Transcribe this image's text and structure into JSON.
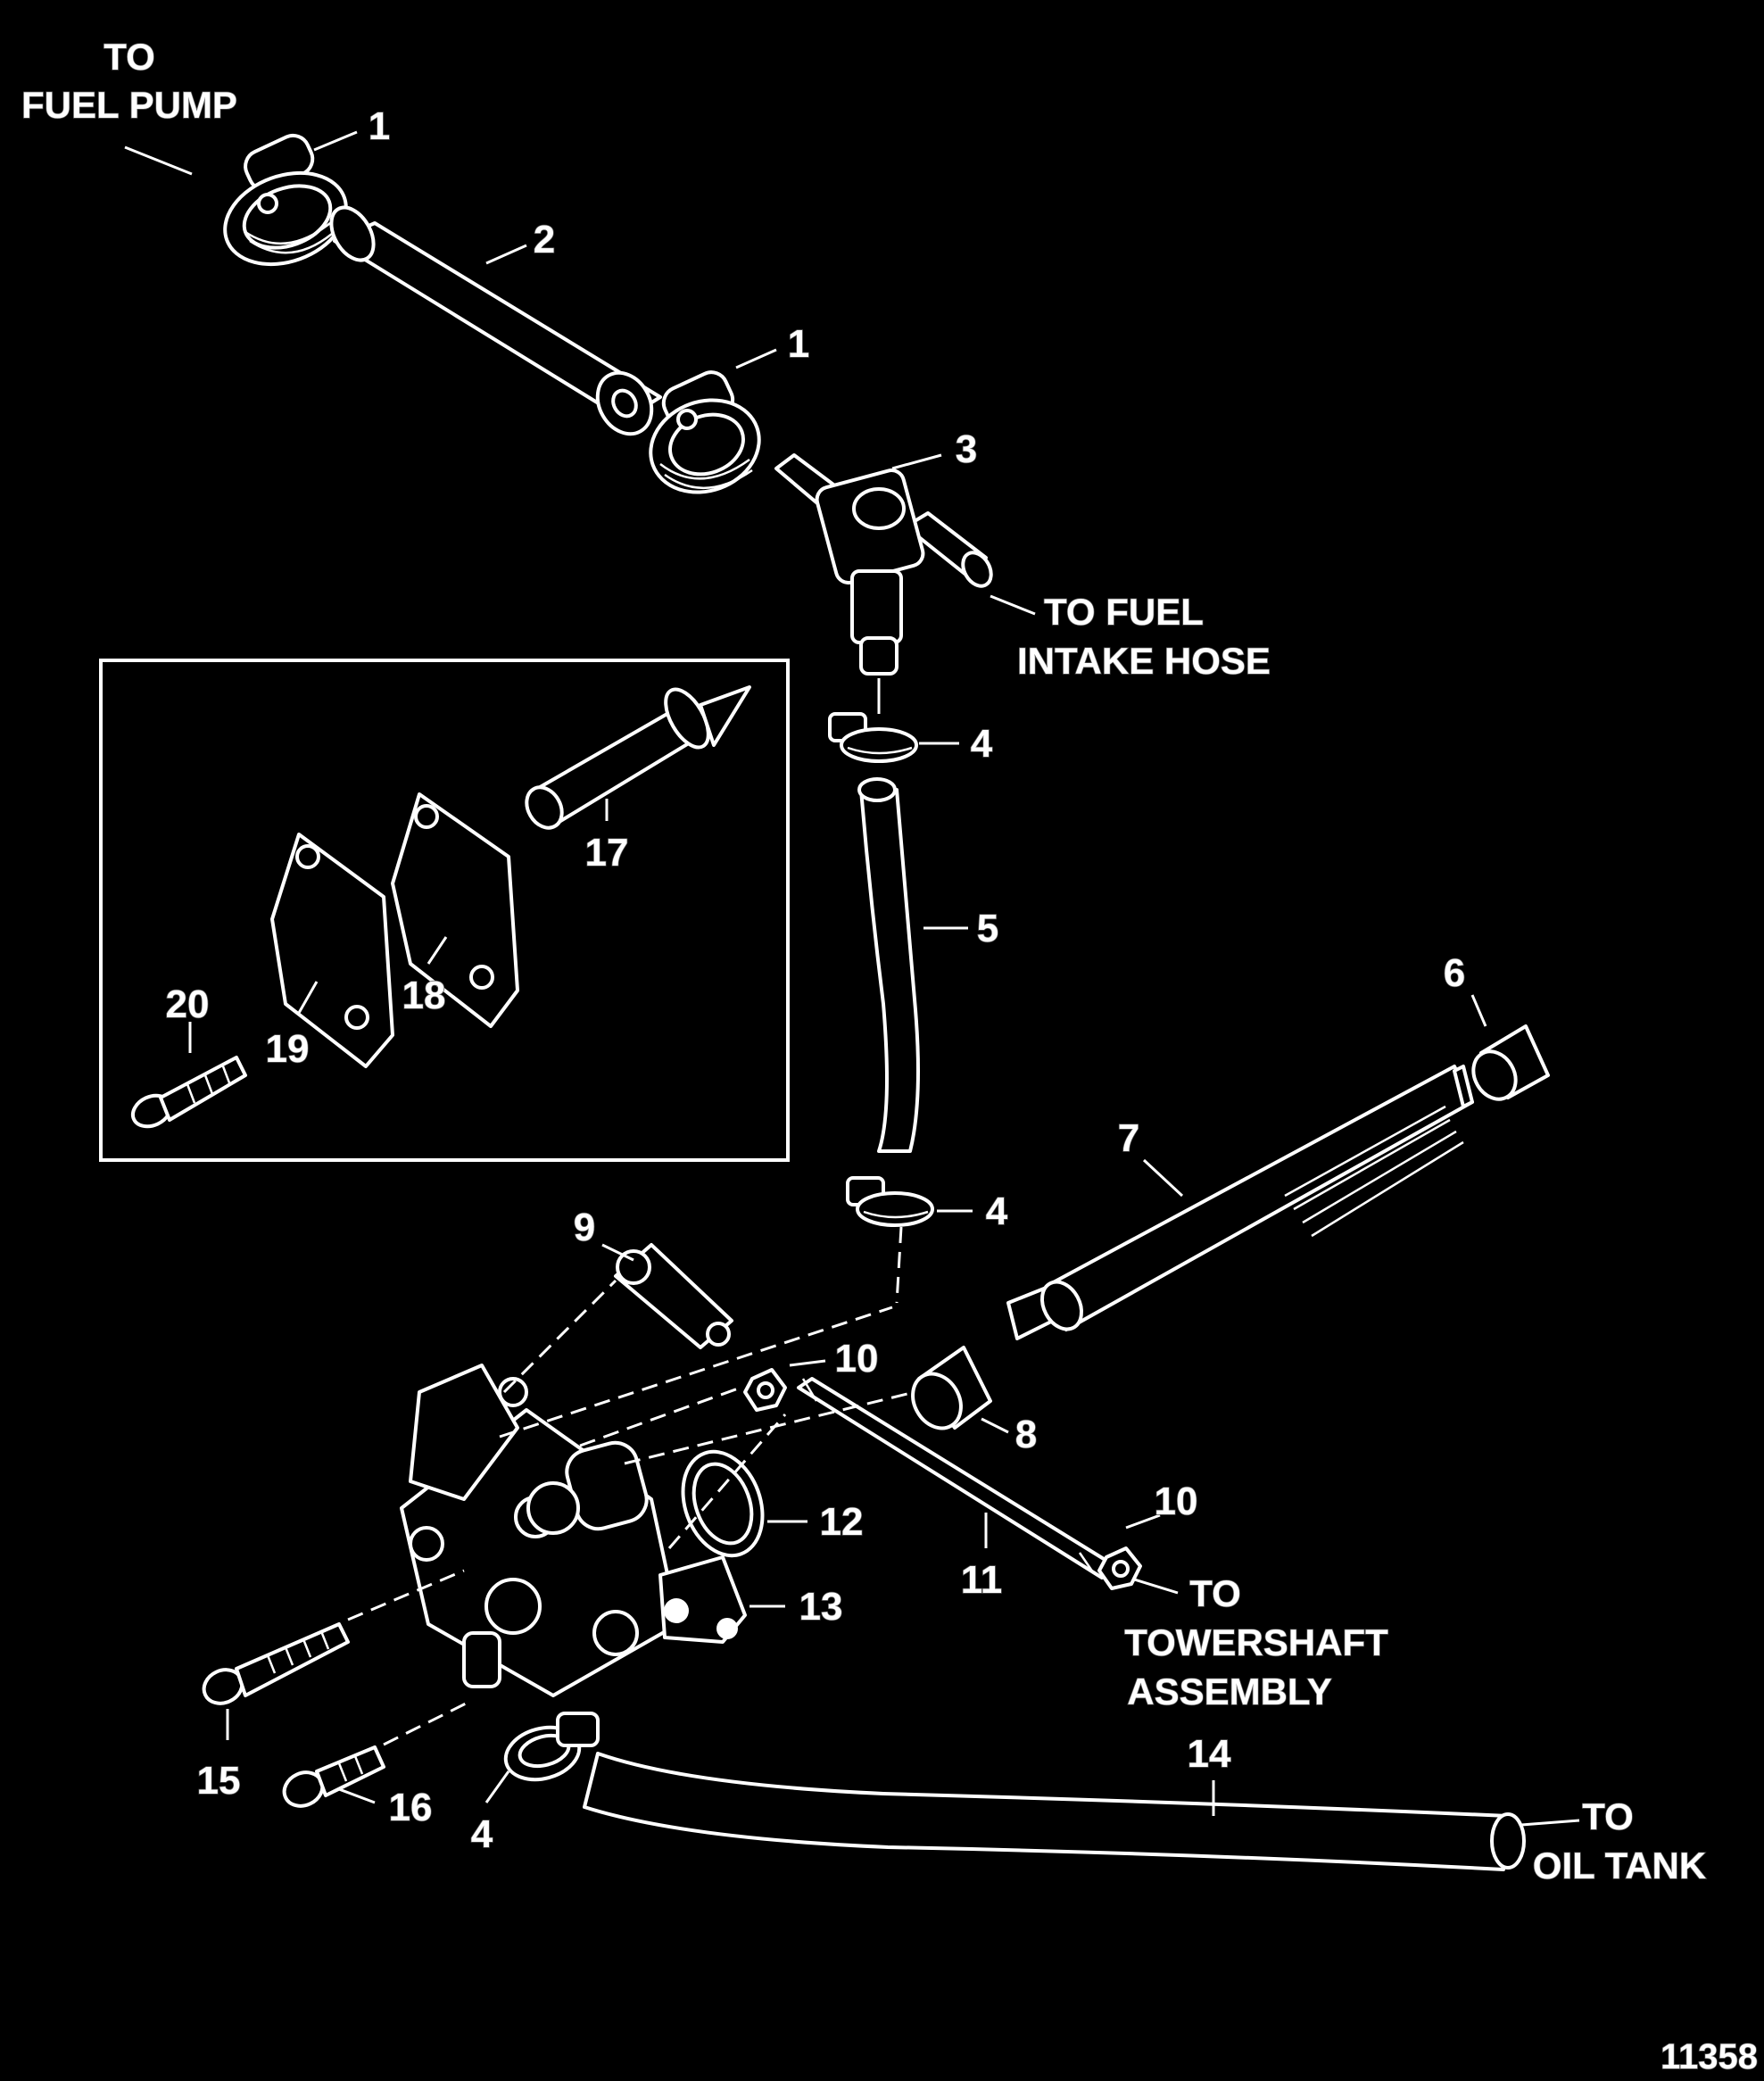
{
  "notes": {
    "fuel_pump": [
      "TO",
      "FUEL PUMP"
    ],
    "fuel_intake": [
      "TO FUEL",
      "INTAKE HOSE"
    ],
    "towershaft": [
      "TO",
      "TOWERSHAFT",
      "ASSEMBLY"
    ],
    "oil_tank": [
      "TO",
      "OIL TANK"
    ]
  },
  "callouts": {
    "p1a": "1",
    "p2": "2",
    "p1b": "1",
    "p3": "3",
    "p4a": "4",
    "p5": "5",
    "p6": "6",
    "p7": "7",
    "p4b": "4",
    "p9": "9",
    "p10a": "10",
    "p8": "8",
    "p12": "12",
    "p10b": "10",
    "p11": "11",
    "p13": "13",
    "p14": "14",
    "p15": "15",
    "p16": "16",
    "p4c": "4",
    "p17": "17",
    "p18": "18",
    "p19": "19",
    "p20": "20"
  },
  "figure_id": "11358"
}
